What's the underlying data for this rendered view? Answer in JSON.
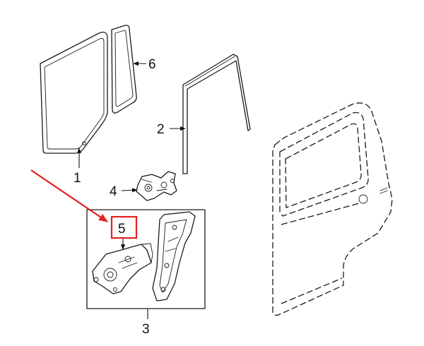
{
  "diagram": {
    "callouts": [
      {
        "id": "glass",
        "number": "1"
      },
      {
        "id": "run-channel",
        "number": "2"
      },
      {
        "id": "regulator-assembly",
        "number": "3"
      },
      {
        "id": "bracket",
        "number": "4"
      },
      {
        "id": "motor",
        "number": "5"
      },
      {
        "id": "stationary-glass",
        "number": "6"
      }
    ],
    "highlight": {
      "target": "motor",
      "color": "#e02020"
    },
    "colors": {
      "line": "#1a1a1a",
      "highlight": "#e02020"
    }
  }
}
